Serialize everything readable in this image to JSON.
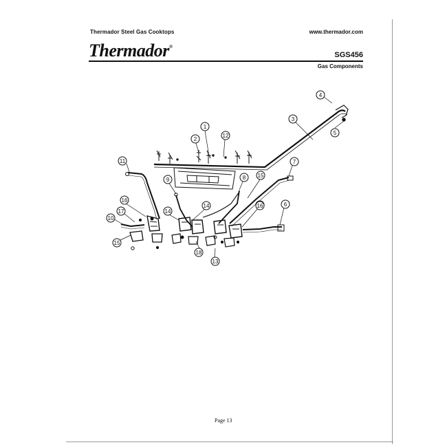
{
  "header": {
    "left_text": "Thermador Steel Gas Cooktops",
    "right_text": "www.thermador.com"
  },
  "brand": {
    "logo_text": "Thermador",
    "logo_mark": "®"
  },
  "title_block": {
    "model": "SGS456",
    "section": "Gas Components"
  },
  "callouts": [
    "1",
    "2",
    "3",
    "4",
    "5",
    "6",
    "7",
    "8",
    "9",
    "10",
    "11",
    "12",
    "13",
    "14",
    "14",
    "15",
    "15",
    "15",
    "16",
    "16",
    "17",
    "18"
  ],
  "footer": {
    "page": "Page 13"
  },
  "colors": {
    "ink": "#111111",
    "paper": "#ffffff"
  }
}
